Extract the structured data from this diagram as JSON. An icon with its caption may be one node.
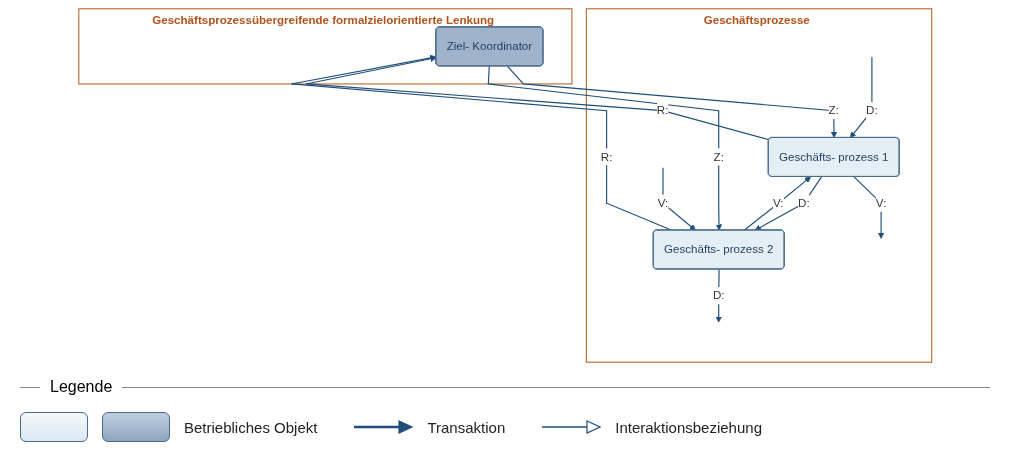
{
  "diagram": {
    "nodes": [
      {
        "text": [
          "Geschäftsprozessübergreifende formalzielorientierte Lenkung"
        ]
      },
      {
        "text": [
          "Ziel- Koordinator"
        ],
        "in": 0
      },
      {
        "text": [
          "Geschäftsprozesse"
        ]
      },
      {
        "text": [
          "Geschäfts- prozess 1"
        ],
        "in": 2
      },
      {
        "text": [
          "Geschäfts- prozess 2"
        ],
        "in": 2
      }
    ],
    "edges": [
      {
        "from": 3,
        "to": 1,
        "arrow": "to",
        "label": "R:"
      },
      {
        "from": 1,
        "to": 3,
        "arrow": "to",
        "label": "Z:"
      },
      {
        "from": 4,
        "to": 1,
        "arrow": "to",
        "label": "R:"
      },
      {
        "from": 1,
        "to": 4,
        "arrow": "to",
        "label": "Z:"
      },
      {
        "from": 3,
        "to": null,
        "arrow": "to",
        "label": "V:"
      },
      {
        "from": null,
        "to": 3,
        "arrow": "to",
        "label": "D:"
      },
      {
        "from": 4,
        "to": 3,
        "arrow": "to",
        "label": "V:"
      },
      {
        "from": 3,
        "to": 4,
        "arrow": "to",
        "label": "D:"
      },
      {
        "from": null,
        "to": 4,
        "arrow": "to",
        "label": "V:"
      },
      {
        "from": 4,
        "to": null,
        "arrow": "to",
        "label": "D:"
      }
    ],
    "labels": [
      "Legende"
    ],
    "legend": [
      {
        "text": "Betriebliches Objekt"
      },
      {
        "text": "Transaktion"
      },
      {
        "text": "Interaktionsbeziehung"
      }
    ]
  }
}
